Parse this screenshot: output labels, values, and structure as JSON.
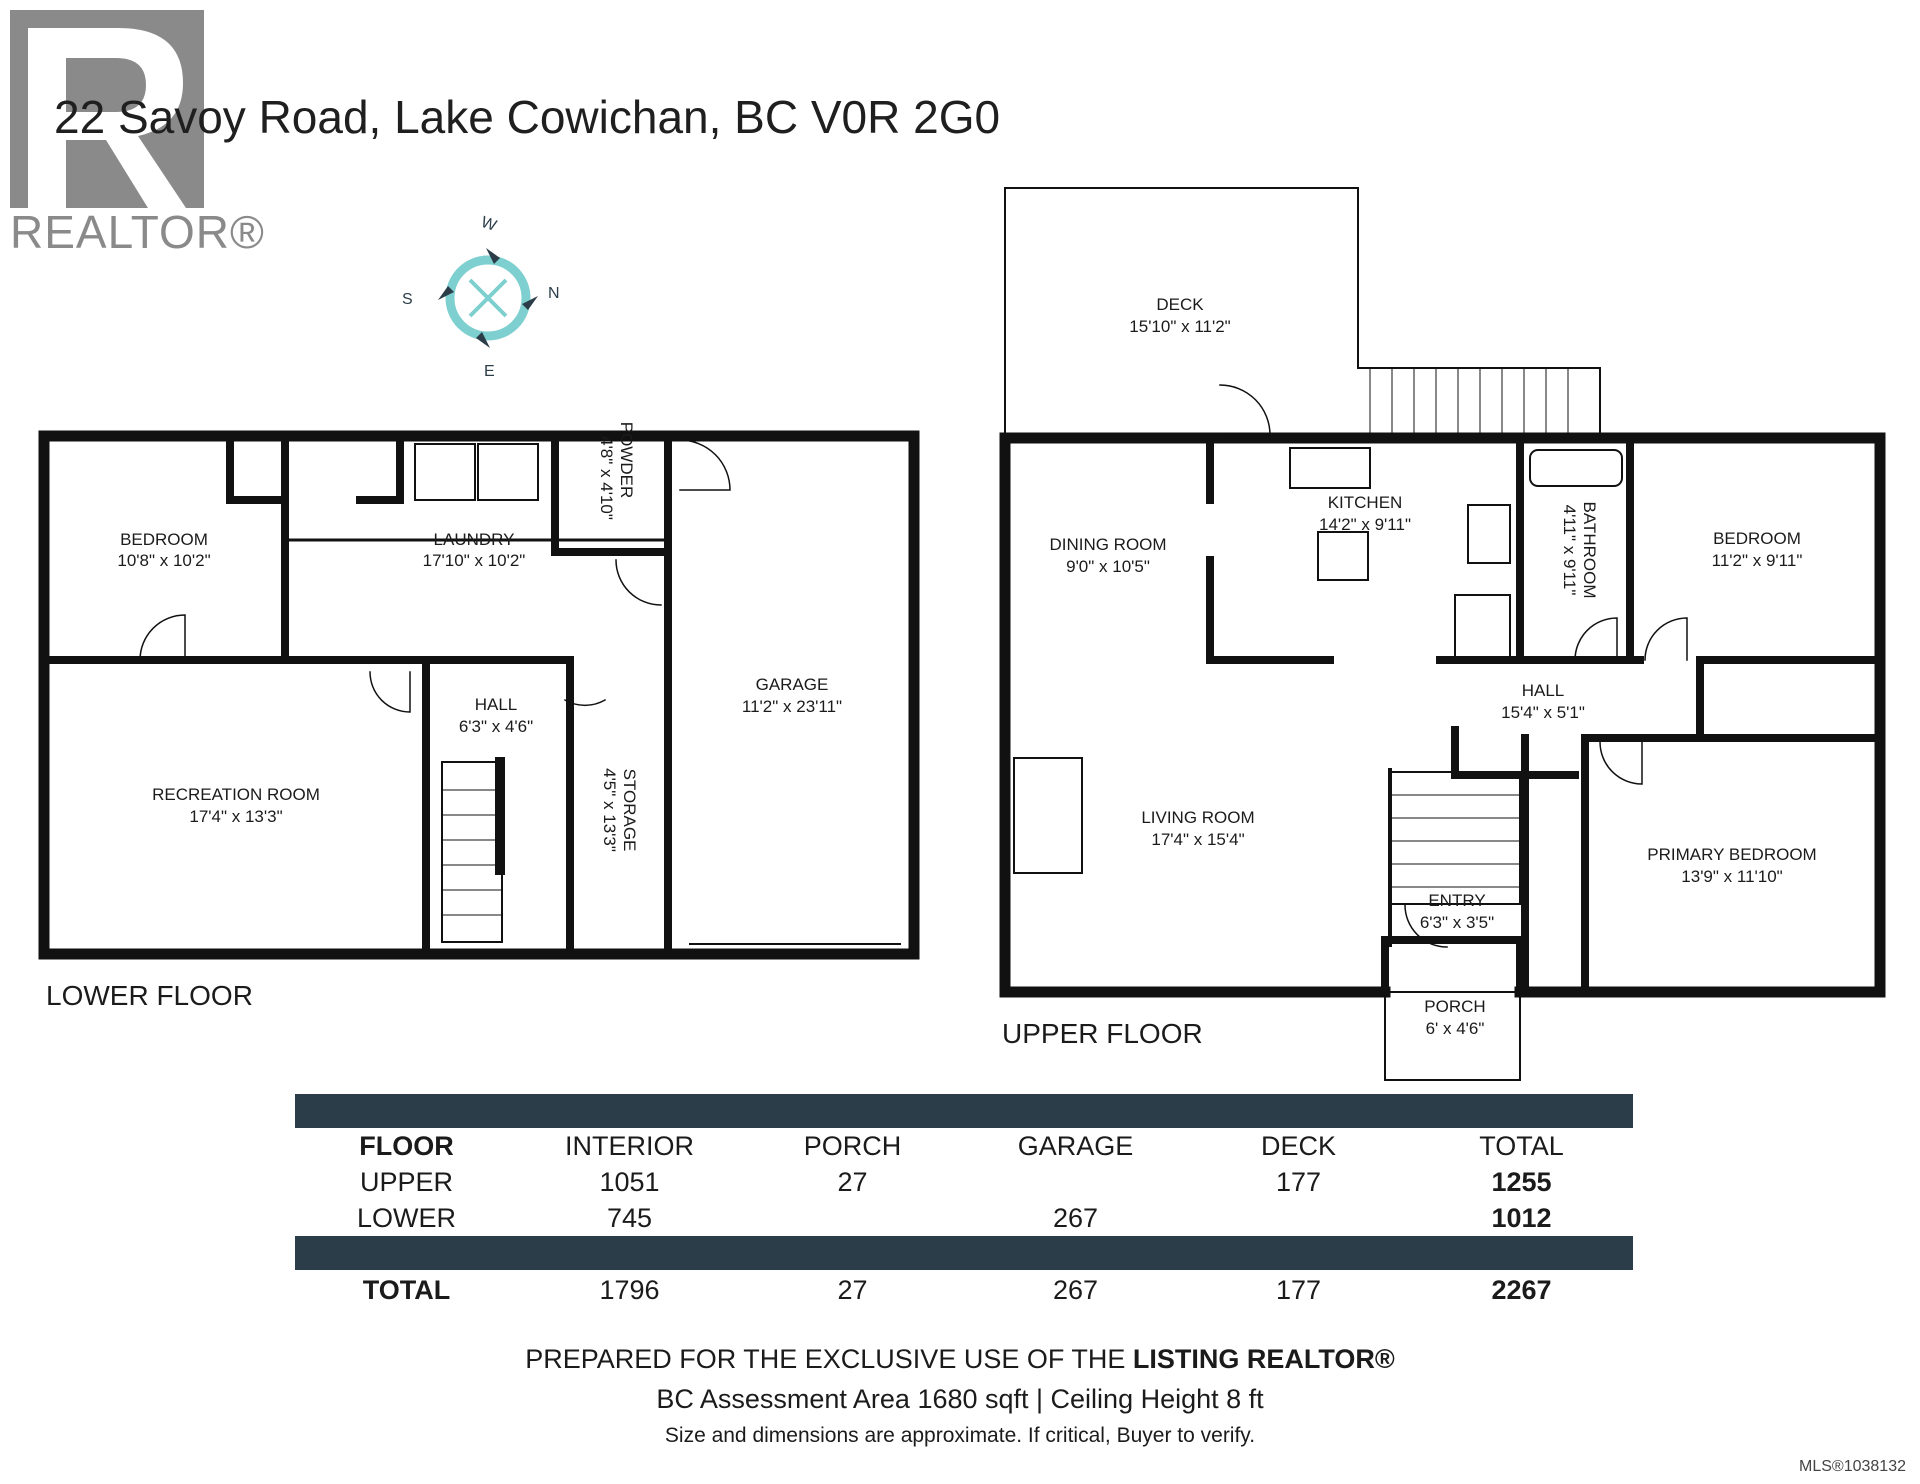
{
  "header": {
    "address": "22 Savoy Road, Lake Cowichan, BC V0R 2G0",
    "logo_text": "REALTOR®"
  },
  "compass": {
    "w": "W",
    "n": "N",
    "e": "E",
    "s": "S"
  },
  "floors": {
    "lower_label": "LOWER FLOOR",
    "upper_label": "UPPER FLOOR"
  },
  "rooms": {
    "lower_bedroom": {
      "name": "BEDROOM",
      "dims": "10'8\" x 10'2\""
    },
    "laundry": {
      "name": "LAUNDRY",
      "dims": "17'10\" x 10'2\""
    },
    "powder": {
      "name": "POWDER",
      "dims": "4'8\" x 4'10\""
    },
    "recreation": {
      "name": "RECREATION ROOM",
      "dims": "17'4\" x 13'3\""
    },
    "lower_hall": {
      "name": "HALL",
      "dims": "6'3\" x 4'6\""
    },
    "storage": {
      "name": "STORAGE",
      "dims": "4'5\" x 13'3\""
    },
    "garage": {
      "name": "GARAGE",
      "dims": "11'2\" x 23'11\""
    },
    "deck": {
      "name": "DECK",
      "dims": "15'10\" x 11'2\""
    },
    "dining": {
      "name": "DINING ROOM",
      "dims": "9'0\" x 10'5\""
    },
    "kitchen": {
      "name": "KITCHEN",
      "dims": "14'2\" x 9'11\""
    },
    "bathroom": {
      "name": "BATHROOM",
      "dims": "4'11\" x 9'11\""
    },
    "upper_bedroom": {
      "name": "BEDROOM",
      "dims": "11'2\" x 9'11\""
    },
    "upper_hall": {
      "name": "HALL",
      "dims": "15'4\" x 5'1\""
    },
    "living": {
      "name": "LIVING ROOM",
      "dims": "17'4\" x 15'4\""
    },
    "entry": {
      "name": "ENTRY",
      "dims": "6'3\" x 3'5\""
    },
    "primary": {
      "name": "PRIMARY BEDROOM",
      "dims": "13'9\" x 11'10\""
    },
    "porch": {
      "name": "PORCH",
      "dims": "6' x 4'6\""
    }
  },
  "table": {
    "headers": [
      "FLOOR",
      "INTERIOR",
      "PORCH",
      "GARAGE",
      "DECK",
      "TOTAL"
    ],
    "rows": [
      [
        "UPPER",
        "1051",
        "27",
        "",
        "177",
        "1255"
      ],
      [
        "LOWER",
        "745",
        "",
        "267",
        "",
        "1012"
      ]
    ],
    "total_row": [
      "TOTAL",
      "1796",
      "27",
      "267",
      "177",
      "2267"
    ]
  },
  "footer": {
    "line1_prefix": "PREPARED FOR THE EXCLUSIVE USE OF THE ",
    "line1_bold": "LISTING REALTOR®",
    "line2": "BC Assessment Area 1680 sqft | Ceiling Height 8 ft",
    "line3": "Size and dimensions are approximate. If critical, Buyer to verify.",
    "mls": "MLS®1038132"
  },
  "colors": {
    "wall": "#111111",
    "table_bar": "#2b3d48",
    "compass_accent": "#7ecfcf",
    "compass_dark": "#2b3d48",
    "logo_gray": "#8a8a8a"
  }
}
